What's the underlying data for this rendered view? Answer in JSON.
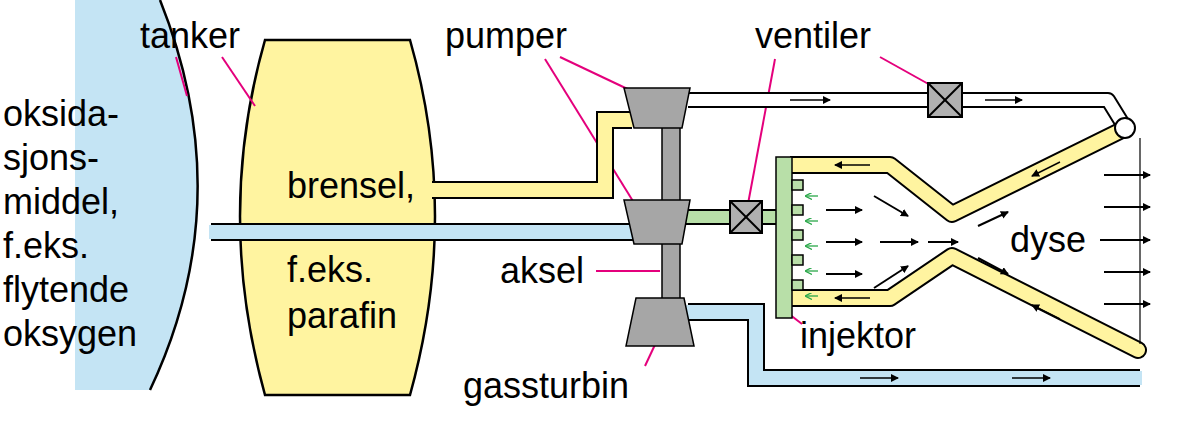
{
  "diagram": {
    "nodes": [
      {
        "text": [
          "oksida- sjons- middel, f.eks. flytende oksygen"
        ]
      },
      {
        "text": [
          "brensel,",
          "f.eks. parafin"
        ]
      }
    ],
    "labels": [
      "tanker",
      "pumper",
      "ventiler",
      "aksel",
      "gassturbin",
      "injektor",
      "dyse"
    ]
  }
}
